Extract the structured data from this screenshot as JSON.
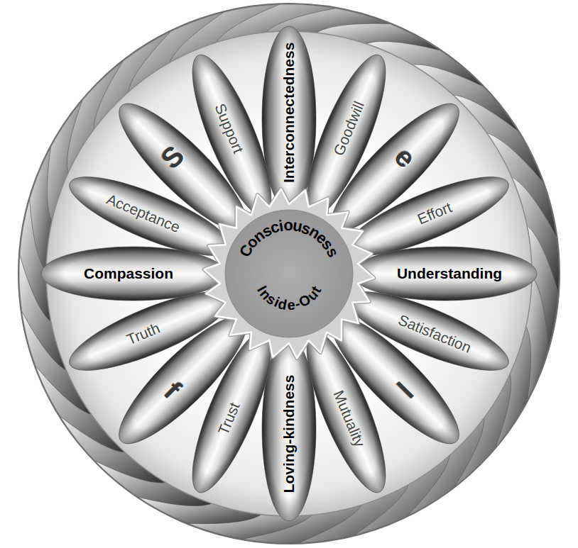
{
  "diagram": {
    "nodes": [
      {
        "text": [
          "Consciousness",
          "Inside-Out"
        ]
      },
      {
        "text": [
          "Interconnectedness"
        ]
      },
      {
        "text": [
          "Goodwill"
        ]
      },
      {
        "text": [
          "e"
        ]
      },
      {
        "text": [
          "Effort"
        ]
      },
      {
        "text": [
          "Understanding"
        ]
      },
      {
        "text": [
          "Satisfaction"
        ]
      },
      {
        "text": [
          "l"
        ]
      },
      {
        "text": [
          "Mutuality"
        ]
      },
      {
        "text": [
          "Loving-kindness"
        ]
      },
      {
        "text": [
          "Trust"
        ]
      },
      {
        "text": [
          "f"
        ]
      },
      {
        "text": [
          "Truth"
        ]
      },
      {
        "text": [
          "Compassion"
        ]
      },
      {
        "text": [
          "Acceptance"
        ]
      },
      {
        "text": [
          "S"
        ]
      },
      {
        "text": [
          "Support"
        ]
      }
    ]
  }
}
